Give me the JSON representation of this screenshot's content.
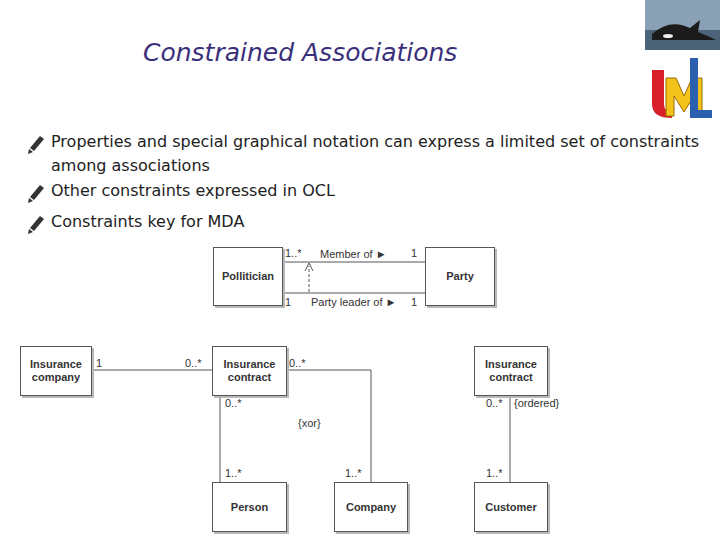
{
  "diagram": {
    "title": "Constrained Associations",
    "nodes": [
      {
        "text": [
          "Pollitician"
        ]
      },
      {
        "text": [
          "Party"
        ]
      },
      {
        "text": [
          "Insurance company"
        ]
      },
      {
        "text": [
          "Insurance contract"
        ]
      },
      {
        "text": [
          "Insurance contract"
        ]
      },
      {
        "text": [
          "Person"
        ]
      },
      {
        "text": [
          "Company"
        ]
      },
      {
        "text": [
          "Customer"
        ]
      }
    ],
    "edges": [
      {
        "from": 0,
        "to": 1,
        "arrow": "none",
        "label": "Member of ►"
      },
      {
        "from": 0,
        "to": 1,
        "arrow": "none",
        "label": "Party leader of ►"
      },
      {
        "from": 2,
        "to": 3,
        "arrow": "none"
      },
      {
        "from": 3,
        "to": 5,
        "arrow": "none"
      },
      {
        "from": 3,
        "to": 6,
        "arrow": "none"
      },
      {
        "from": 4,
        "to": 7,
        "arrow": "none"
      }
    ],
    "labels": [
      "Properties and special graphical notation can express a limited set of constraints among associations",
      "Other constraints expressed in OCL",
      "Constraints key for MDA",
      "1..*",
      "1",
      "1",
      "1",
      "1",
      "0..*",
      "0..*",
      "0..*",
      "1..*",
      "1..*",
      "{xor}",
      "0..*",
      "{ordered}",
      "1..*"
    ]
  }
}
